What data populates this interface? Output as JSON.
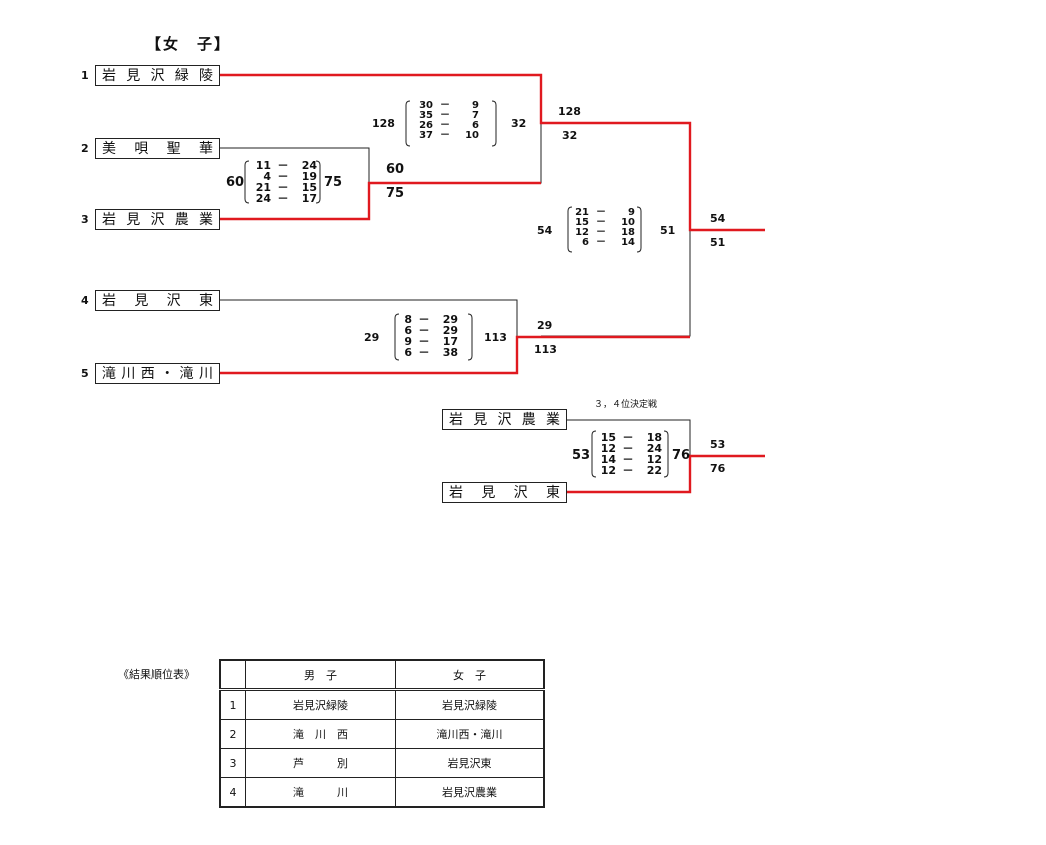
{
  "page": {
    "title": "【女　子】"
  },
  "teams": {
    "seed1": "1",
    "name1": "岩見沢緑陵",
    "seed2": "2",
    "name2": "美唄聖華",
    "seed3": "3",
    "name3": "岩見沢農業",
    "seed4": "4",
    "name4": "岩見沢東",
    "seed5": "5",
    "name5": "滝川西・滝川"
  },
  "matches": {
    "m23": {
      "left_total": "60",
      "right_total": "75",
      "quarters": [
        [
          "11",
          "24"
        ],
        [
          "4",
          "19"
        ],
        [
          "21",
          "15"
        ],
        [
          "24",
          "17"
        ]
      ],
      "line_top": "60",
      "line_bottom": "75"
    },
    "m1w": {
      "left_total": "128",
      "right_total": "32",
      "quarters": [
        [
          "30",
          "9"
        ],
        [
          "35",
          "7"
        ],
        [
          "26",
          "6"
        ],
        [
          "37",
          "10"
        ]
      ],
      "line_top": "128",
      "line_bottom": "32"
    },
    "m45": {
      "left_total": "29",
      "right_total": "113",
      "quarters": [
        [
          "8",
          "29"
        ],
        [
          "6",
          "29"
        ],
        [
          "9",
          "17"
        ],
        [
          "6",
          "38"
        ]
      ],
      "line_top": "29",
      "line_bottom": "113"
    },
    "final": {
      "left_total": "54",
      "right_total": "51",
      "quarters": [
        [
          "21",
          "9"
        ],
        [
          "15",
          "10"
        ],
        [
          "12",
          "18"
        ],
        [
          "6",
          "14"
        ]
      ],
      "line_top": "54",
      "line_bottom": "51"
    },
    "third": {
      "left_total": "53",
      "right_total": "76",
      "quarters": [
        [
          "15",
          "18"
        ],
        [
          "12",
          "24"
        ],
        [
          "14",
          "12"
        ],
        [
          "12",
          "22"
        ]
      ],
      "line_top": "53",
      "line_bottom": "76"
    }
  },
  "third_place": {
    "label": "３，４位決定戦",
    "team_top": "岩見沢農業",
    "team_bottom": "岩見沢東"
  },
  "results": {
    "title": "《結果順位表》",
    "headers": {
      "rank": "",
      "boys": "男　子",
      "girls": "女　子"
    },
    "rows": [
      {
        "rank": "1",
        "boys": "岩見沢緑陵",
        "girls": "岩見沢緑陵"
      },
      {
        "rank": "2",
        "boys": "滝　川　西",
        "girls": "滝川西・滝川"
      },
      {
        "rank": "3",
        "boys": "芦　　　別",
        "girls": "岩見沢東"
      },
      {
        "rank": "4",
        "boys": "滝　　　川",
        "girls": "岩見沢農業"
      }
    ]
  },
  "colors": {
    "winner_line": "#e0191f",
    "line": "#222222"
  }
}
